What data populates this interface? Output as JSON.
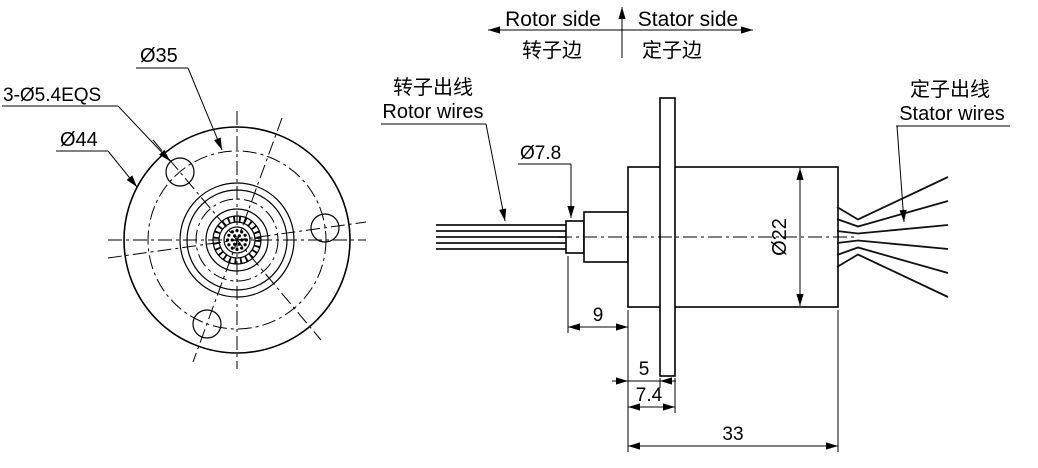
{
  "front_view": {
    "bolt_circle_dia": "Ø35",
    "holes_callout": "3-Ø5.4EQS",
    "outer_dia": "Ø44"
  },
  "side_view": {
    "rotor_side_en": "Rotor side",
    "stator_side_en": "Stator side",
    "rotor_side_zh": "转子边",
    "stator_side_zh": "定子边",
    "rotor_wires_zh": "转子出线",
    "rotor_wires_en": "Rotor wires",
    "stator_wires_zh": "定子出线",
    "stator_wires_en": "Stator wires",
    "shaft_dia": "Ø7.8",
    "body_dia": "Ø22",
    "shaft_len": "9",
    "flange_face_offset": "5",
    "flange_back_offset": "7.4",
    "body_len": "33"
  }
}
